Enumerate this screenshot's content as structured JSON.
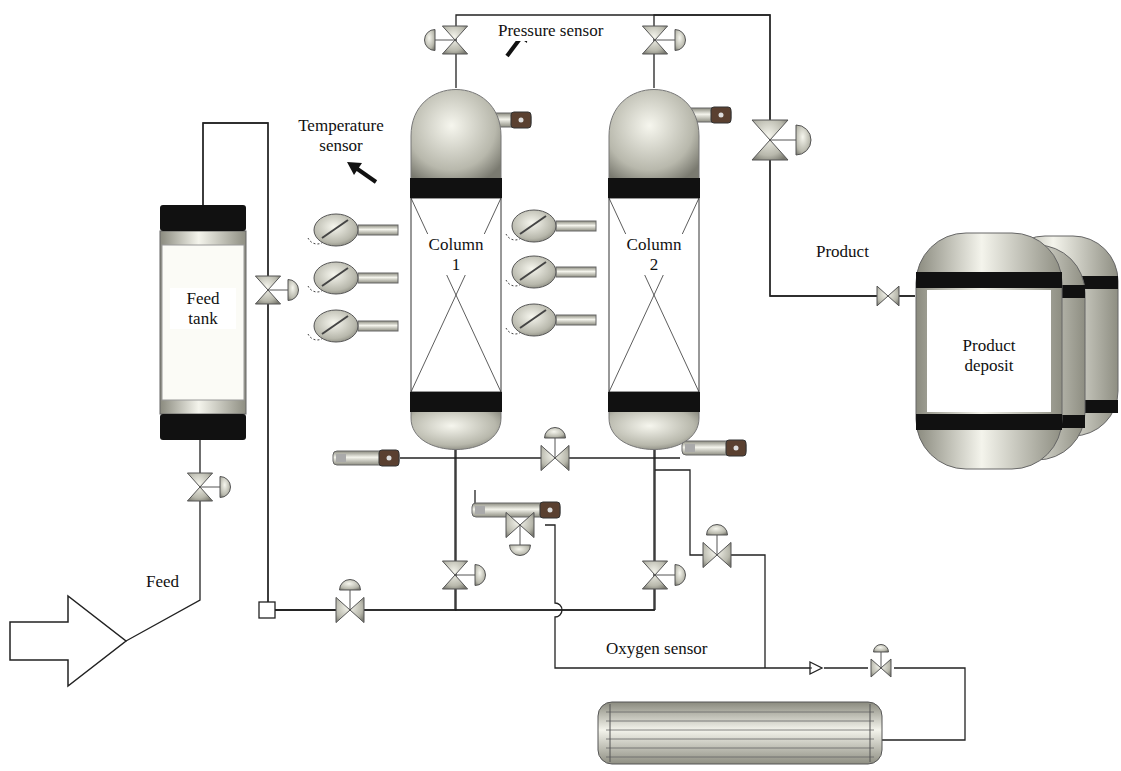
{
  "diagram": {
    "nodes": [
      {
        "text": [
          "Feed tank"
        ]
      },
      {
        "text": [
          "Column 1"
        ]
      },
      {
        "text": [
          "Column 2"
        ]
      },
      {
        "text": [
          "Product deposit"
        ]
      }
    ],
    "edges": [
      {
        "from": 0,
        "to": 1,
        "arrow": "none"
      },
      {
        "from": 0,
        "to": 2,
        "arrow": "none"
      },
      {
        "from": 1,
        "to": 3,
        "arrow": "none"
      },
      {
        "from": 2,
        "to": 3,
        "arrow": "none"
      }
    ],
    "labels": [
      "Pressure sensor",
      "Temperature sensor",
      "Feed",
      "Product",
      "Oxygen sensor"
    ]
  }
}
